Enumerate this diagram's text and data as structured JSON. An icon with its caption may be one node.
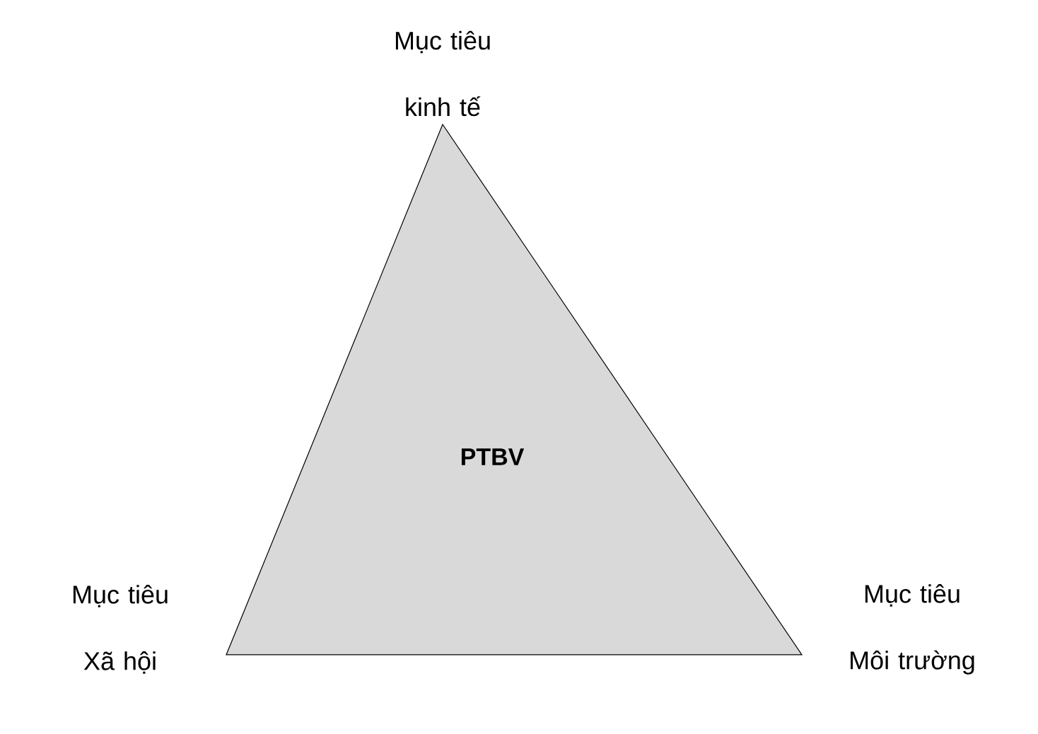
{
  "diagram": {
    "nodes": [
      {
        "text": [
          "PTBV"
        ]
      }
    ],
    "labels": [
      "Mục tiêu kinh tế",
      "Mục tiêu Xã hội",
      "Mục tiêu Môi trường"
    ]
  }
}
